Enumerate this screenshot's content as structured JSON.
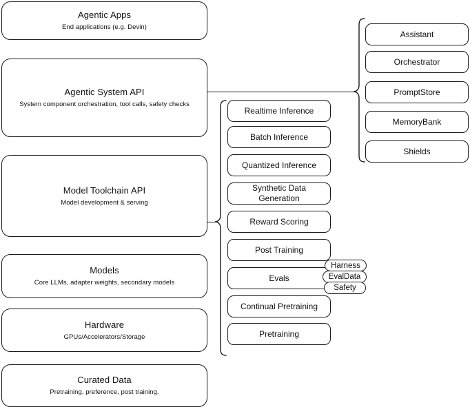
{
  "diagram": {
    "title": "AI stack layers diagram",
    "stroke_color": "#1a1a1a",
    "background": "#ffffff"
  },
  "layers": [
    {
      "id": "agentic-apps",
      "title": "Agentic Apps",
      "subtitle": "End applications (e.g. Devin)"
    },
    {
      "id": "agentic-system-api",
      "title": "Agentic System API",
      "subtitle": "System component orchestration, tool calls, safety checks"
    },
    {
      "id": "model-toolchain-api",
      "title": "Model Toolchain API",
      "subtitle": "Model development & serving"
    },
    {
      "id": "models",
      "title": "Models",
      "subtitle": "Core LLMs, adapter weights, secondary models"
    },
    {
      "id": "hardware",
      "title": "Hardware",
      "subtitle": "GPUs/Accelerators/Storage"
    },
    {
      "id": "curated-data",
      "title": "Curated Data",
      "subtitle": "Pretraining, preference, post training."
    }
  ],
  "toolchain_capabilities": [
    {
      "id": "realtime-inference",
      "label": "Realtime Inference"
    },
    {
      "id": "batch-inference",
      "label": "Batch Inference"
    },
    {
      "id": "quantized-inference",
      "label": "Quantized Inference"
    },
    {
      "id": "synthetic-data-generation",
      "label": "Synthetic Data Generation"
    },
    {
      "id": "reward-scoring",
      "label": "Reward Scoring"
    },
    {
      "id": "post-training",
      "label": "Post Training"
    },
    {
      "id": "evals",
      "label": "Evals"
    },
    {
      "id": "continual-pretraining",
      "label": "Continual Pretraining"
    },
    {
      "id": "pretraining",
      "label": "Pretraining"
    }
  ],
  "evals_badges": [
    {
      "id": "harness",
      "label": "Harness"
    },
    {
      "id": "evaldata",
      "label": "EvalData"
    },
    {
      "id": "safety",
      "label": "Safety"
    }
  ],
  "system_components": [
    {
      "id": "assistant",
      "label": "Assistant"
    },
    {
      "id": "orchestrator",
      "label": "Orchestrator"
    },
    {
      "id": "promptstore",
      "label": "PromptStore"
    },
    {
      "id": "memorybank",
      "label": "MemoryBank"
    },
    {
      "id": "shields",
      "label": "Shields"
    }
  ]
}
